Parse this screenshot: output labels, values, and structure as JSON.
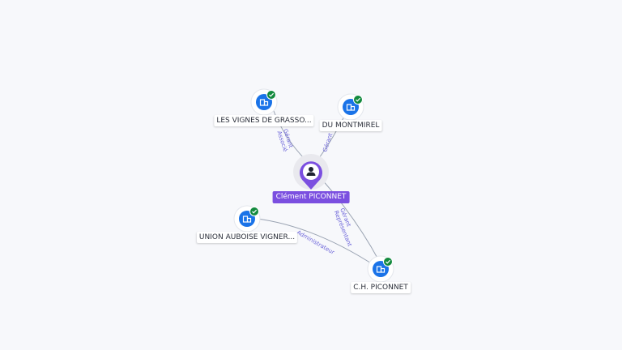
{
  "colors": {
    "company": "#1a73e8",
    "verified": "#138a3e",
    "person": "#7b4fe0",
    "edge": "#9aa3b2",
    "edge_label": "#6b63d9"
  },
  "person": {
    "name": "Clément PICONNET",
    "icon": "person-icon"
  },
  "companies": [
    {
      "id": "vignes",
      "name": "LES VIGNES DE GRASSO...",
      "icon": "building-icon",
      "verified": true
    },
    {
      "id": "montmirel",
      "name": "DU MONTMIREL",
      "icon": "building-icon",
      "verified": true
    },
    {
      "id": "union",
      "name": "UNION AUBOISE VIGNER...",
      "icon": "building-icon",
      "verified": true
    },
    {
      "id": "chp",
      "name": "C.H. PICONNET",
      "icon": "building-icon",
      "verified": true
    }
  ],
  "relations": [
    {
      "id": "r-vignes",
      "labels": [
        "Gérant",
        "Associé"
      ]
    },
    {
      "id": "r-montmirel",
      "labels": [
        "Gérant"
      ]
    },
    {
      "id": "r-chp",
      "labels": [
        "Gérant",
        "Représentant"
      ]
    },
    {
      "id": "r-union",
      "labels": [
        "Administrateur"
      ]
    }
  ]
}
